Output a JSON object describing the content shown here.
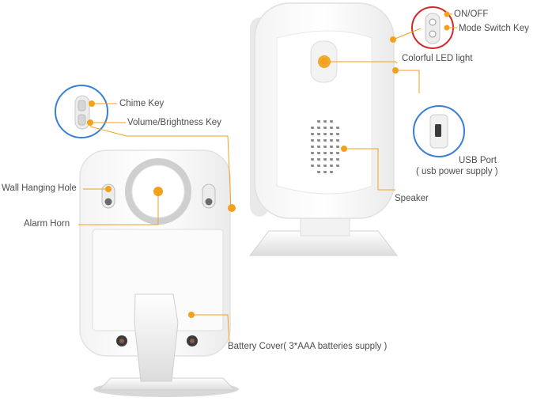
{
  "colors": {
    "accent": "#f2a11d",
    "label_text": "#4d4d4d",
    "device_body": "#ffffff",
    "device_shadow": "#d9d9d9",
    "callout_ring_blue": "#3a7fd5",
    "callout_ring_red": "#d2272c"
  },
  "labels": {
    "chime_key": "Chime Key",
    "volume_brightness_key": "Volume/Brightness Key",
    "wall_hanging_hole": "Wall Hanging Hole",
    "alarm_horn": "Alarm Horn",
    "battery_cover": "Battery Cover( 3*AAA batteries supply )",
    "on_off": "ON/OFF",
    "mode_switch_key": "Mode Switch Key",
    "colorful_led_light": "Colorful LED light",
    "usb_port": "USB Port",
    "usb_power_supply": "( usb power supply )",
    "speaker": "Speaker"
  },
  "icons": {
    "side_buttons_callout": "side-buttons-zoom-icon",
    "switch_callout": "on-off-switch-zoom-icon",
    "usb_callout": "usb-port-zoom-icon",
    "led": "led-light-icon",
    "horn": "alarm-horn-icon"
  }
}
